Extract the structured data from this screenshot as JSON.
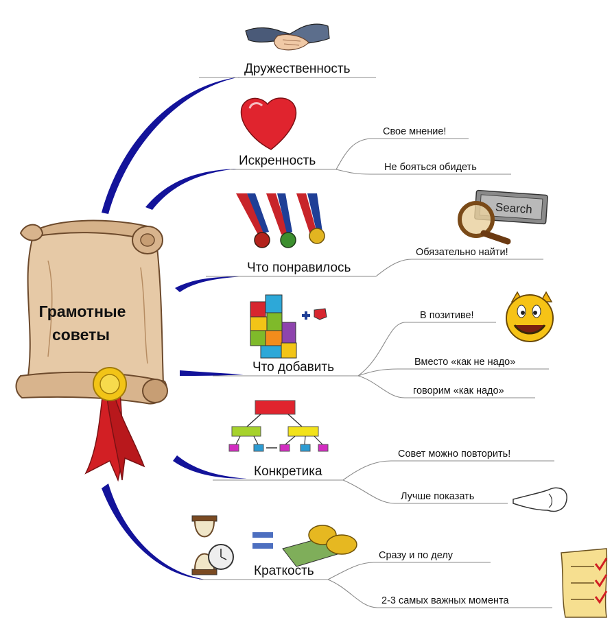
{
  "central": {
    "line1": "Грамотные",
    "line2": "советы"
  },
  "branches": [
    {
      "label": "Дружественность",
      "icon": "handshake-icon",
      "subs": []
    },
    {
      "label": "Искренность",
      "icon": "heart-icon",
      "subs": [
        "Свое мнение!",
        "Не бояться обидеть"
      ]
    },
    {
      "label": "Что понравилось",
      "icon": "medals-icon",
      "subs": [
        "Обязательно найти!"
      ],
      "sub_icon": "search-magnifier-icon"
    },
    {
      "label": "Что добавить",
      "icon": "puzzle-icon",
      "subs": [
        "В позитиве!",
        "Вместо «как не надо»",
        "говорим «как надо»"
      ],
      "sub_icon": "smiley-icon"
    },
    {
      "label": "Конкретика",
      "icon": "flowchart-icon",
      "subs": [
        "Совет можно повторить!",
        "Лучше показать"
      ],
      "sub_icon": "pointing-hand-icon"
    },
    {
      "label": "Краткость",
      "icon": "time-equals-money-icon",
      "subs": [
        "Сразу и по делу",
        "2-3 самых важных момента"
      ],
      "sub_icon": "checklist-icon"
    }
  ],
  "search_word": "Search",
  "colors": {
    "branch": "#13139a",
    "scroll": "#e2c4a0",
    "ribbon": "#d21f24",
    "seal": "#f2c417"
  }
}
